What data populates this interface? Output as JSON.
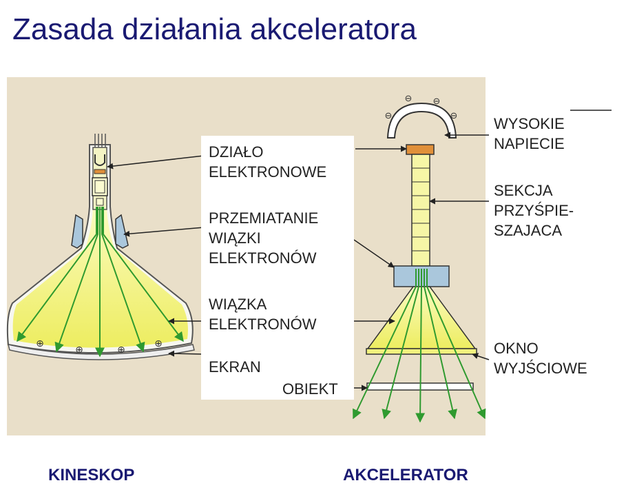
{
  "title": "Zasada działania akceleratora",
  "center_labels": {
    "gun": [
      "DZIAŁO",
      "ELEKTRONOWE"
    ],
    "sweep": [
      "PRZEMIATANIE",
      "WIĄZKI",
      "ELEKTRONÓW"
    ],
    "beam": [
      "WIĄZKA",
      "ELEKTRONÓW"
    ],
    "screen": [
      "EKRAN"
    ],
    "object": [
      "OBIEKT"
    ]
  },
  "right_labels": {
    "high_voltage": [
      "WYSOKIE",
      "NAPIECIE"
    ],
    "accel_section": [
      "SEKCJA",
      "PRZYŚPIE-",
      "SZAJACA"
    ],
    "output_window": [
      "OKNO",
      "WYJŚCIOWE"
    ]
  },
  "captions": {
    "left": "KINESKOP",
    "right": "AKCELERATOR"
  },
  "colors": {
    "title": "#1a1a72",
    "panel": "#e9dfc9",
    "yellow": "#f2f27e",
    "beam": "#2f9a2f",
    "coil": "#aac7dc",
    "electrode": "#e0903a"
  },
  "icons": {
    "plus_charge": "circled-plus",
    "minus_charge": "circled-minus"
  }
}
